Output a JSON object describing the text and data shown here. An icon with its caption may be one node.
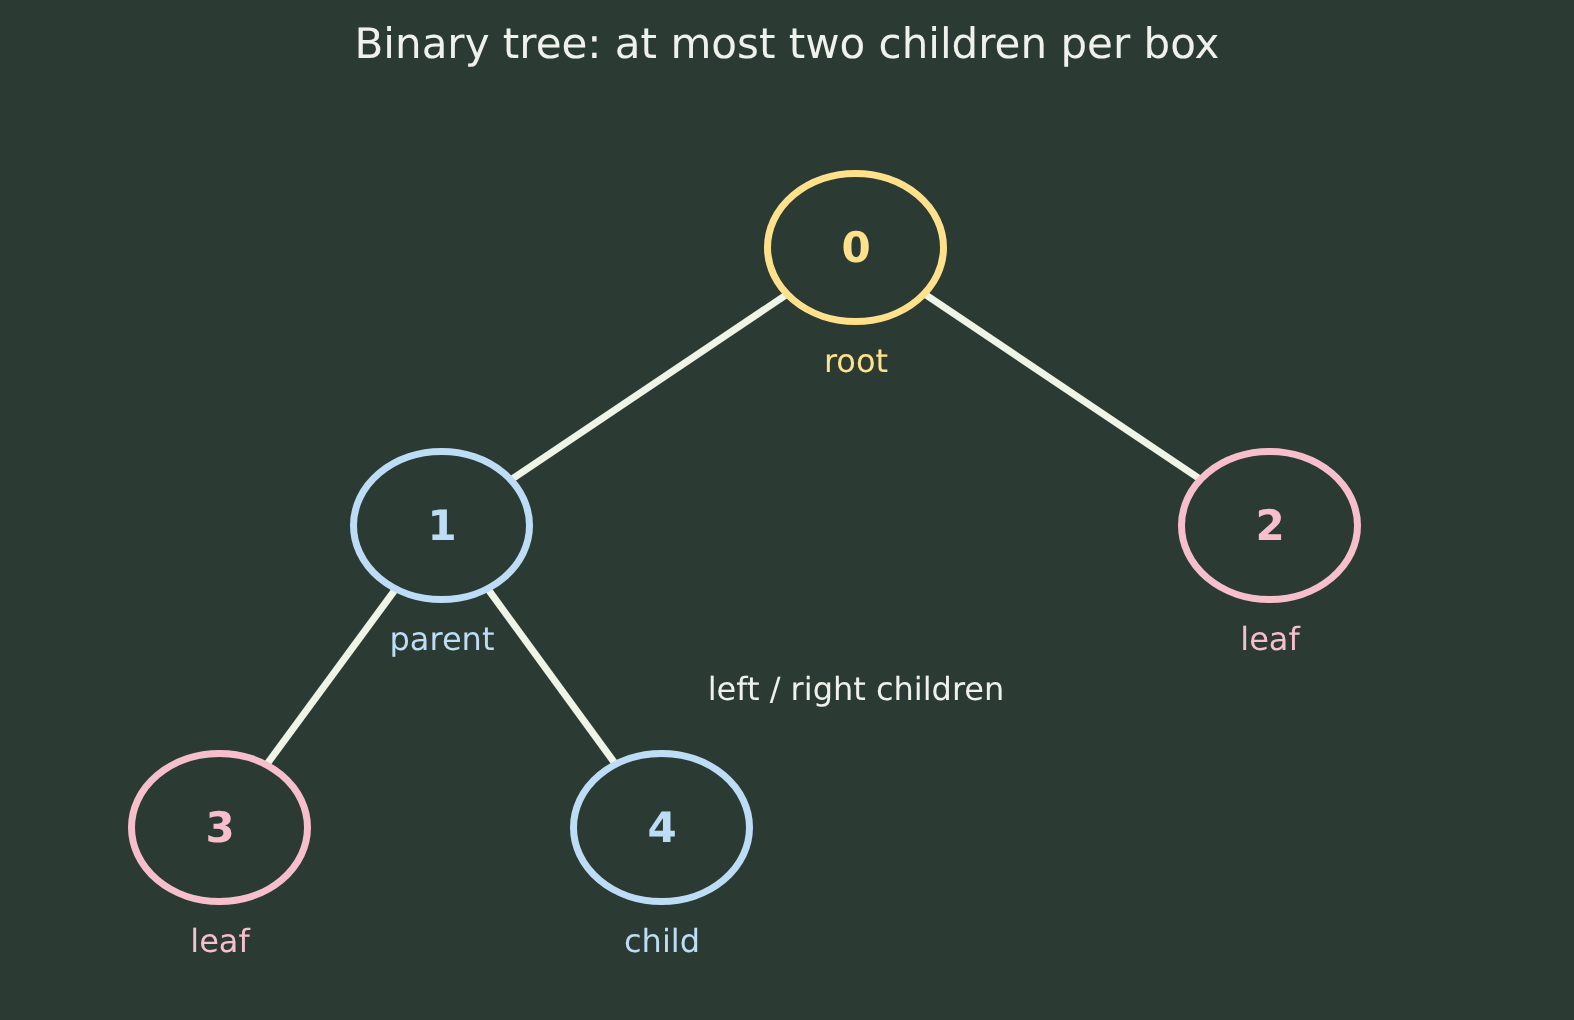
{
  "diagram": {
    "title": "Binary tree: at most two children per box",
    "nodes": [
      {
        "text": [
          "0"
        ],
        "beside": [
          "root"
        ]
      },
      {
        "text": [
          "1"
        ],
        "beside": [
          "parent"
        ]
      },
      {
        "text": [
          "2"
        ],
        "beside": [
          "leaf"
        ]
      },
      {
        "text": [
          "3"
        ],
        "beside": [
          "leaf"
        ]
      },
      {
        "text": [
          "4"
        ],
        "beside": [
          "child"
        ]
      }
    ],
    "edges": [
      {
        "from": 0,
        "to": 1,
        "arrow": "none"
      },
      {
        "from": 0,
        "to": 2,
        "arrow": "none"
      },
      {
        "from": 1,
        "to": 3,
        "arrow": "none"
      },
      {
        "from": 1,
        "to": 4,
        "arrow": "none"
      }
    ],
    "labels": [
      "left / right children"
    ]
  }
}
